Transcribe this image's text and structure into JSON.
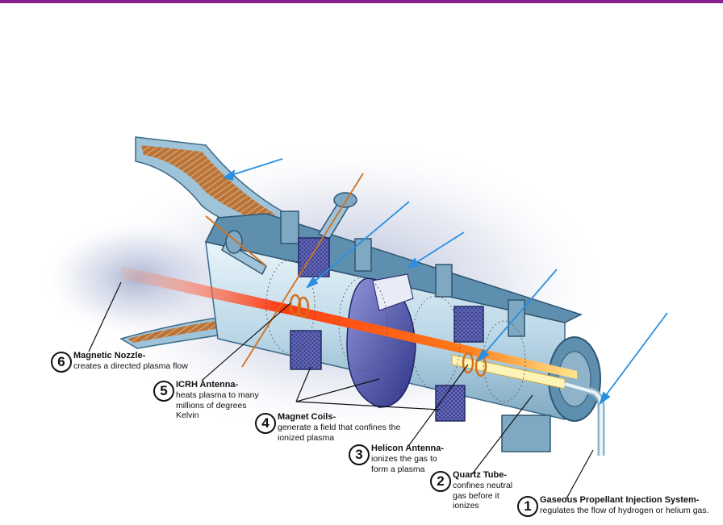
{
  "callouts": [
    {
      "number": "1",
      "title": "Gaseous Propellant Injection System-",
      "desc": "regulates the flow of hydrogen or helium gas."
    },
    {
      "number": "2",
      "title": "Quartz Tube-",
      "desc": "confines neutral gas before it ionizes"
    },
    {
      "number": "3",
      "title": "Helicon Antenna-",
      "desc": "ionizes the gas to form a plasma"
    },
    {
      "number": "4",
      "title": "Magnet Coils-",
      "desc": "generate a field that confines the ionized plasma"
    },
    {
      "number": "5",
      "title": "ICRH Antenna-",
      "desc": "heats plasma to many millions of degrees Kelvin"
    },
    {
      "number": "6",
      "title": "Magnetic Nozzle-",
      "desc": "creates a directed plasma flow"
    }
  ],
  "colors": {
    "header_bar": "#8a1e8e",
    "arrow": "#2a8fe0",
    "body": "#cfe4ef",
    "body_dark": "#4f7f9c",
    "plasma": "#ff5a1e",
    "coil": "#4a4fa8",
    "nozzle_lining": "#b8743a"
  }
}
